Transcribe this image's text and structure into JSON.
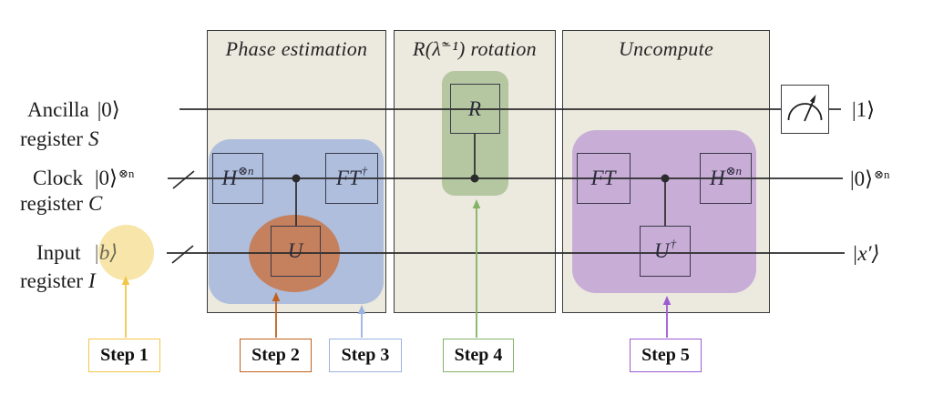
{
  "registers": [
    {
      "name": "Ancilla",
      "ket": "|0⟩",
      "ket_sup": "",
      "reg_word": "register",
      "reg_var": "S"
    },
    {
      "name": "Clock",
      "ket": "|0⟩",
      "ket_sup": "⊗n",
      "reg_word": "register",
      "reg_var": "C"
    },
    {
      "name": "Input",
      "ket": "|b⟩",
      "ket_sup": "",
      "reg_word": "register",
      "reg_var": "I"
    }
  ],
  "sections": [
    {
      "title": "Phase estimation"
    },
    {
      "title": "R(λ̃⁻¹) rotation"
    },
    {
      "title": "Uncompute"
    }
  ],
  "gates": {
    "hadamard_pe": {
      "base": "H",
      "sup": "⊗n"
    },
    "ft_dagger": {
      "base": "FT",
      "sup": "†"
    },
    "controlled_u": {
      "base": "U",
      "sup": ""
    },
    "rotation_r": {
      "base": "R",
      "sup": ""
    },
    "ft": {
      "base": "FT",
      "sup": ""
    },
    "controlled_u_dagger": {
      "base": "U",
      "sup": "†"
    },
    "hadamard_un": {
      "base": "H",
      "sup": "⊗n"
    }
  },
  "outputs": [
    {
      "base": "|1⟩",
      "sup": ""
    },
    {
      "base": "|0⟩",
      "sup": "⊗n"
    },
    {
      "base": "|x′⟩",
      "sup": ""
    }
  ],
  "steps": [
    {
      "label": "Step 1",
      "color": "#F2C64A"
    },
    {
      "label": "Step 2",
      "color": "#C2601E"
    },
    {
      "label": "Step 3",
      "color": "#9BB3DF"
    },
    {
      "label": "Step 4",
      "color": "#82B366"
    },
    {
      "label": "Step 5",
      "color": "#9D5BD2"
    }
  ],
  "highlights": {
    "input_circle": "#F8E5A9",
    "phase_blob": "#AEBEDC",
    "u_ellipse": "#C5805E",
    "rotation_blob": "#B4C7A0",
    "uncompute_blob": "#C8ADD6"
  },
  "colors": {
    "section_fill": "#ECE9DE",
    "section_border": "#3B3B3B",
    "wire": "#2B2B2B",
    "gate_border": "#3A3A48"
  }
}
